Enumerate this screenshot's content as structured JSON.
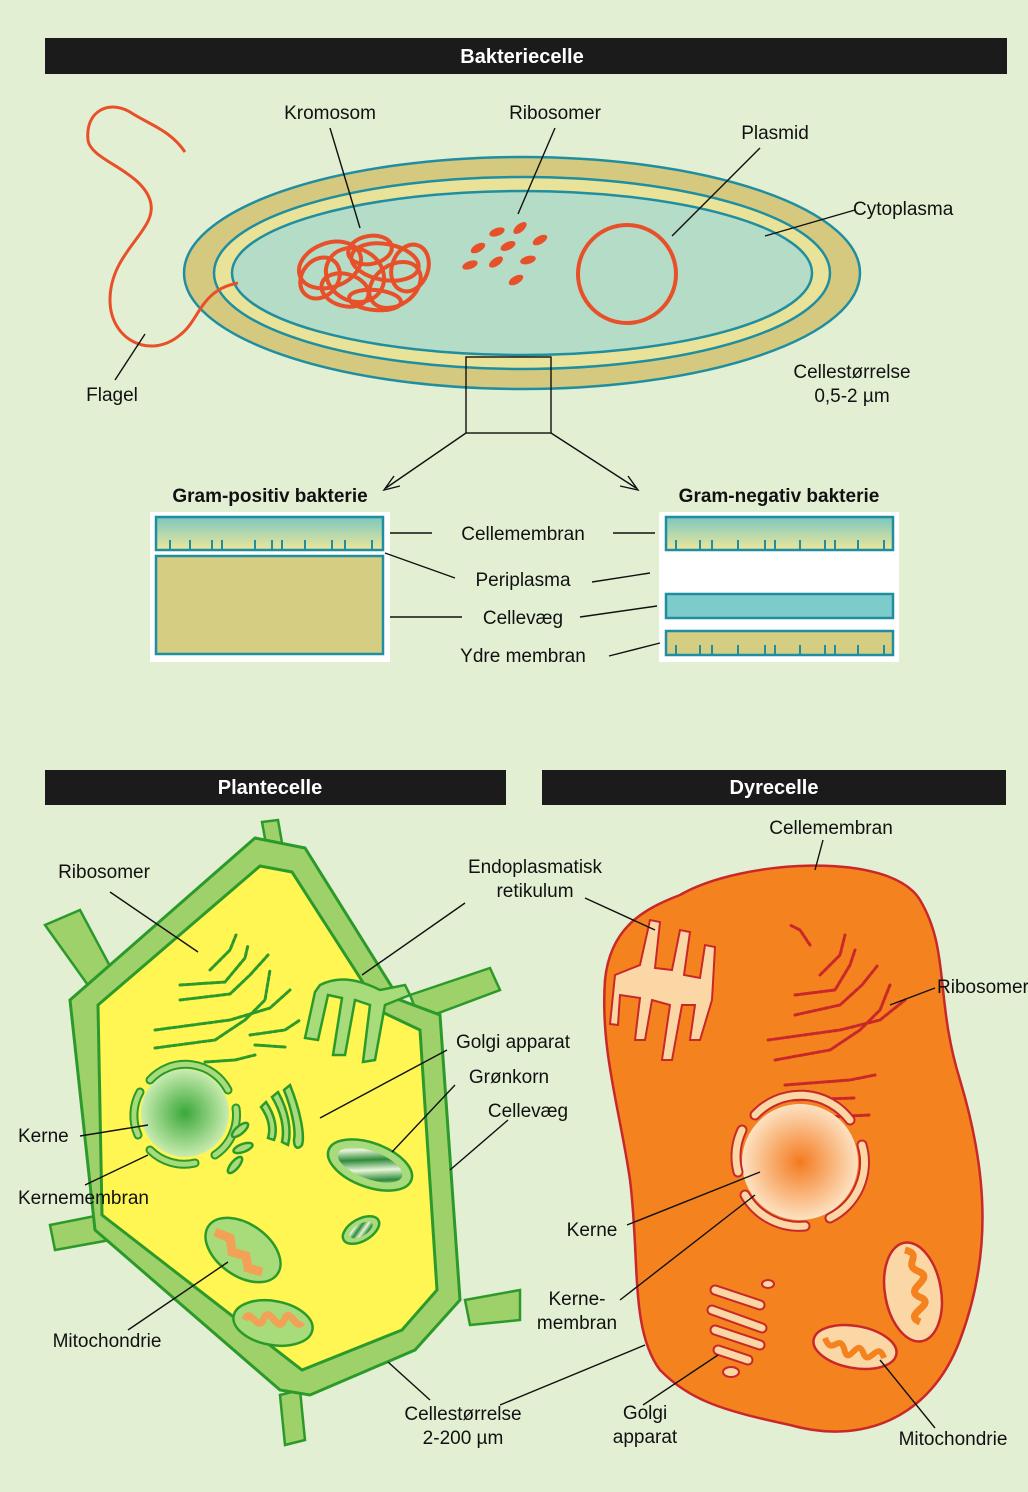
{
  "colors": {
    "background": "#e3efd3",
    "header_bar": "#1b1b1b",
    "bacteria_wall": "#d4c97e",
    "bacteria_layer": "#e9e39a",
    "bacteria_cytoplasm": "#b4dcc6",
    "bacteria_outline": "#1f8ea0",
    "bacteria_red": "#e8502a",
    "plant_wall": "#9ed16a",
    "plant_wall_outline": "#2b9a2b",
    "plant_cytoplasm": "#fff553",
    "plant_organelle": "#a8dc7a",
    "animal_cytoplasm": "#f4821f",
    "animal_outline": "#c8282a",
    "animal_organelle": "#fbd7a5"
  },
  "bacteria": {
    "title": "Bakteriecelle",
    "labels": {
      "chromosome": "Kromosom",
      "ribosomes": "Ribosomer",
      "plasmid": "Plasmid",
      "cytoplasm": "Cytoplasma",
      "flagellum": "Flagel",
      "size_line1": "Cellestørrelse",
      "size_line2": "0,5-2 µm"
    },
    "gram_positive_title": "Gram-positiv bakterie",
    "gram_negative_title": "Gram-negativ bakterie",
    "layers": {
      "membrane": "Cellemembran",
      "periplasm": "Periplasma",
      "wall": "Cellevæg",
      "outer_membrane": "Ydre membran"
    }
  },
  "plant": {
    "title": "Plantecelle",
    "labels": {
      "ribosomes": "Ribosomer",
      "er_line1": "Endoplasmatisk",
      "er_line2": "retikulum",
      "golgi": "Golgi apparat",
      "chloroplast": "Grønkorn",
      "cell_wall": "Cellevæg",
      "nucleus": "Kerne",
      "nuclear_membrane": "Kernemembran",
      "mitochondrion": "Mitochondrie",
      "size_line1": "Cellestørrelse",
      "size_line2": "2-200 µm"
    }
  },
  "animal": {
    "title": "Dyrecelle",
    "labels": {
      "cell_membrane": "Cellemembran",
      "ribosomes": "Ribosomer",
      "nucleus": "Kerne",
      "nuclear_membrane_line1": "Kerne-",
      "nuclear_membrane_line2": "membran",
      "golgi_line1": "Golgi",
      "golgi_line2": "apparat",
      "mitochondrion": "Mitochondrie"
    }
  }
}
